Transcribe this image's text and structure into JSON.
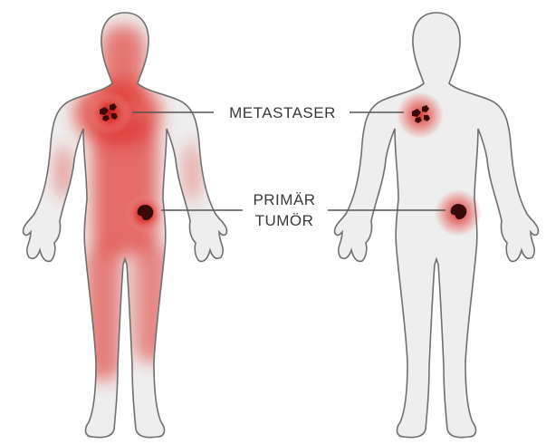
{
  "labels": {
    "metastases": "METASTASER",
    "primary_line1": "PRIMÄR",
    "primary_line2": "TUMÖR"
  },
  "colors": {
    "body_fill": "#eeeeee",
    "body_outline": "#6f6f6f",
    "spread_red": "#e0342f",
    "tumor_dark": "#3a0a0a",
    "leader_line": "#555555"
  }
}
